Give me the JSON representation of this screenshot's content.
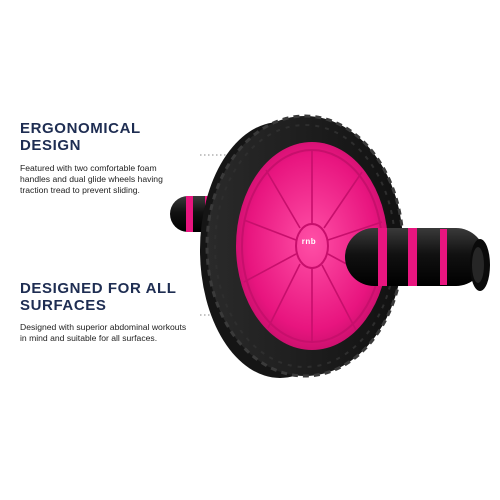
{
  "colors": {
    "heading": "#1e2d52",
    "body_text": "#222222",
    "accent_pink": "#e8157f",
    "tire_black": "#1c1c1c",
    "foam_black": "#111111"
  },
  "features": [
    {
      "title": "ERGONOMICAL DESIGN",
      "description": "Featured with two comfortable foam handles and dual glide wheels having traction tread to prevent sliding."
    },
    {
      "title": "DESIGNED FOR ALL SURFACES",
      "description": "Designed with superior abdominal workouts in mind and suitable for all surfaces."
    }
  ],
  "product": {
    "name": "ab-wheel-roller",
    "logo_text": "rnb"
  }
}
